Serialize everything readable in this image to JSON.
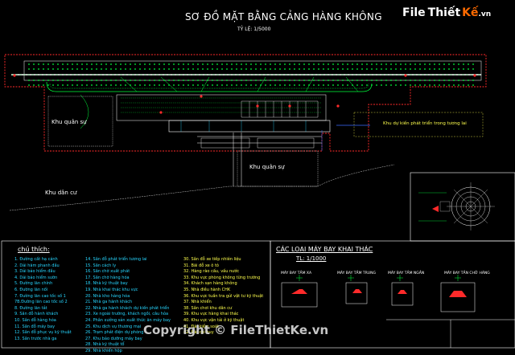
{
  "title": "SƠ ĐỒ MẶT BẰNG CẢNG HÀNG KHÔNG",
  "scale": "TỶ LỆ: 1/5000",
  "zones": {
    "quan_su_left": "Khu quân sự",
    "quan_su_center": "Khu quân sự",
    "dan_cu": "Khu dân cư",
    "du_tru": "Khu dự kiến phát triển trong tương lai"
  },
  "legend": {
    "title": "chú thích:",
    "col1": [
      "1. Đường cất hạ cánh",
      "2. Dải hãm phanh đầu",
      "3. Dải bảo hiểm đầu",
      "4. Dải bảo hiểm sườn",
      "5. Đường lăn chính",
      "6. Đường lăn nối",
      "7. Đường lăn cao tốc số 1",
      "7B.Đường lăn cao tốc số 2",
      "8. Đường lăn tắt",
      "9. Sân đỗ hành khách",
      "10. Sân đỗ hàng hóa",
      "11. Sân đỗ máy bay",
      "12. Sân đỗ phục vụ kỹ thuật",
      "13. Sân trước nhà ga"
    ],
    "col2": [
      "14. Sân đỗ phát triển tương lai",
      "15. Sân cách ly",
      "16. Sân chờ xuất phát",
      "17. Sân chờ hàng hóa",
      "18. Nhà kỹ thuật bay",
      "19. Nhà khai thác khu vực",
      "20. Nhà kho hàng hóa",
      "21. Nhà ga hành khách",
      "22. Nhà ga hành khách dự kiến phát triển",
      "23. Xe ngoài trường, khách ngồi, câu hỏa",
      "24. Phân xưởng sản xuất thức ăn máy bay",
      "25. Khu dịch vụ thương mại",
      "26. Trạm phát điện dự phòng",
      "27. Khu bảo dưỡng máy bay",
      "28. Nhà kỹ thuật tổ",
      "29. Nhà khiển hộp"
    ],
    "col3": [
      "30. Sân đỗ xe tiếp nhiên liệu",
      "31. Bãi đỗ xe ô tô",
      "32. Hàng rào cấu, vấu nước",
      "33. Khu vực phòng không từng trường",
      "34. Khách sạn hàng không",
      "35. Nhà điều hành CHK",
      "36. Khu vực tuần tra gửi vật tư kỹ thuật",
      "37. Nhà khiển",
      "38. Sân chơi khu dân cư",
      "39. Khu vực hàng khai thác",
      "40. Khu vực vận tải ở kỹ thuật",
      "41. Đài kiểm soát",
      "42. Đài chỉ huy"
    ]
  },
  "aircraft": {
    "title": "CÁC LOẠI MÁY BAY KHAI THÁC",
    "scale": "TL: 1/1000",
    "types": [
      "MÁY BAY TẦM XA",
      "MÁY BAY TẦM TRUNG",
      "MÁY BAY TẦM NGẮN",
      "MÁY BAY TẦN CHỞ HÀNG"
    ]
  },
  "brand": {
    "a": "File",
    "b": "Thiết",
    "c": "Kế",
    "d": ".vn"
  },
  "copyright": "Copyright © FileThietKe.vn",
  "colors": {
    "green": "#00ff3c",
    "red": "#ff2a2a",
    "blue": "#3b6cff",
    "yellow": "#ffff4d",
    "cyan": "#27d6ff"
  }
}
